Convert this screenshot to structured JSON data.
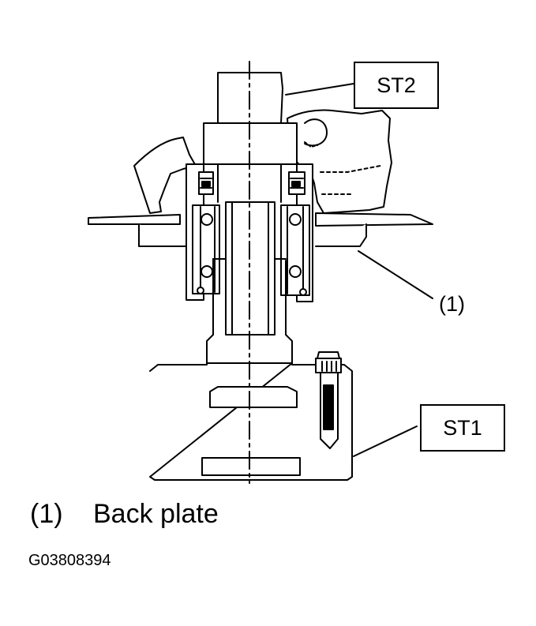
{
  "labels": {
    "st2": "ST2",
    "st1": "ST1",
    "callout_1": "(1)"
  },
  "legend": [
    {
      "number": "(1)",
      "text": "Back plate"
    }
  ],
  "figure_code": "G03808394",
  "colors": {
    "ink": "#000000",
    "paper": "#ffffff"
  }
}
